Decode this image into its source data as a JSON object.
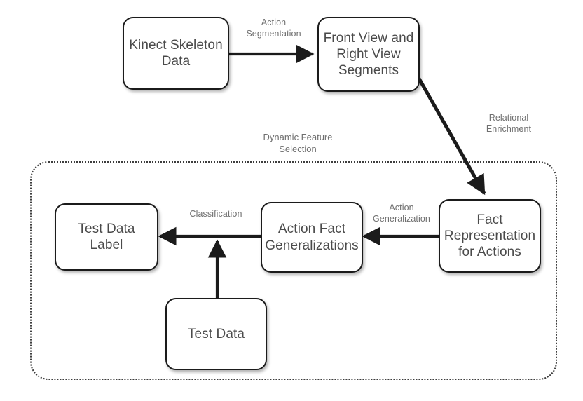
{
  "diagram": {
    "title_label": "Dynamic Feature Selection",
    "nodes": {
      "kinect": "Kinect Skeleton Data",
      "segments": "Front View and Right View Segments",
      "fact_representation": "Fact Representation for Actions",
      "action_fact_generalizations": "Action Fact Generalizations",
      "test_data_label": "Test Data Label",
      "test_data": "Test Data"
    },
    "edges": {
      "action_segmentation": "Action Segmentation",
      "relational_enrichment": "Relational Enrichment",
      "action_generalization": "Action Generalization",
      "classification": "Classification"
    },
    "colors": {
      "node_border": "#1b1b1b",
      "node_text": "#4a4a4a",
      "label_text": "#6f6f6f",
      "arrow": "#1b1b1b",
      "group_border": "#3d3d3d",
      "background": "#ffffff"
    }
  }
}
